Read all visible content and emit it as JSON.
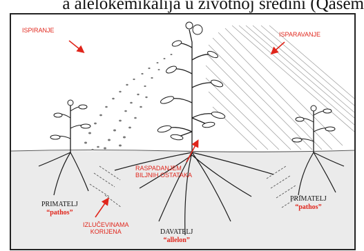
{
  "page_title": "a alelokemikalija u životnoj sredini (Qasem",
  "labels": {
    "ispiranje": "ISPIRANJE",
    "isparavanje": "ISPARAVANJE",
    "raspadanjem": [
      "RASPADANJEM",
      "BILJNIH OSTATAKA"
    ],
    "izlucevinama": [
      "IZLUČEVINAMA",
      "KORIJENA"
    ],
    "primatelj_left": {
      "name": "PRIMATELJ",
      "sub": "“pathos”"
    },
    "primatelj_right": {
      "name": "PRIMATELJ",
      "sub": "“pathos”"
    },
    "davatelj": {
      "name": "DAVATELJ",
      "sub": "“allelon”"
    }
  },
  "colors": {
    "accent": "#e0251b",
    "soil": "#ebebeb",
    "ink": "#1a1a1a"
  }
}
